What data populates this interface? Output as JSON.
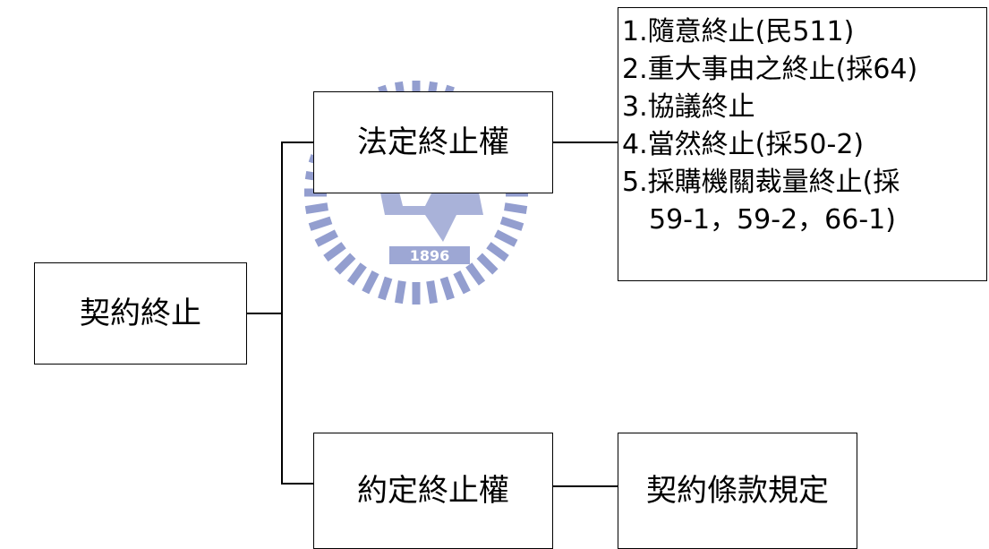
{
  "colors": {
    "line": "#000000",
    "box_border": "#000000",
    "watermark": "#3b4fa8"
  },
  "watermark": {
    "icon": "nctu-seal-watermark",
    "year": "1896"
  },
  "root": {
    "label": "契約終止"
  },
  "branches": [
    {
      "label": "法定終止權"
    },
    {
      "label": "約定終止權"
    }
  ],
  "statutory_list": {
    "items": [
      "1.隨意終止(民511)",
      "2.重大事由之終止(採64)",
      "3.協議終止",
      "4.當然終止(採50-2)",
      "5.採購機關裁量終止(採",
      "59-1，59-2，66-1)"
    ]
  },
  "contract_leaf": {
    "label": "契約條款規定"
  }
}
